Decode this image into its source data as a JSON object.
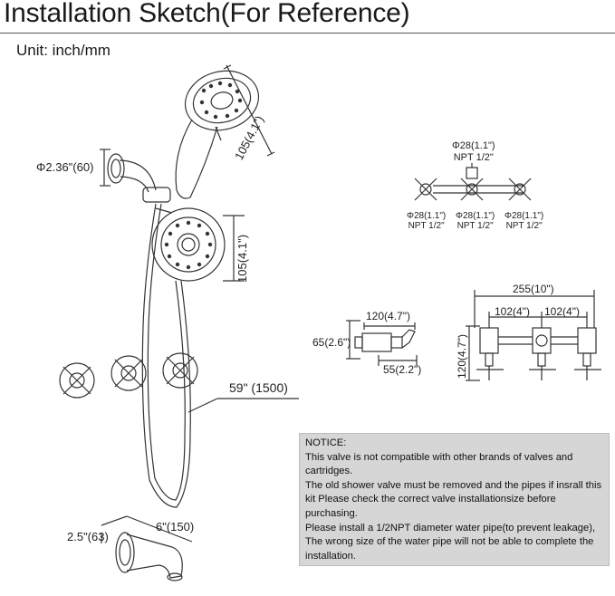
{
  "title": "Installation Sketch(For Reference)",
  "unit": "Unit: inch/mm",
  "dims": {
    "arm_dia": "Φ2.36\"(60)",
    "handheld_len": "105(4.1\")",
    "head_len": "105(4.1\")",
    "hose_len": "59\" (1500)",
    "spout_width": "2.5\"(63)",
    "spout_len": "6\"(150)",
    "valve_top_dia": "Φ28(1.1\")",
    "valve_top_npt": "NPT 1/2\"",
    "valve_small_dia": "Φ28(1.1\")",
    "valve_small_npt": "NPT 1/2\"",
    "side_width": "120(4.7\")",
    "side_height": "65(2.6\")",
    "side_depth": "55(2.2\")",
    "front_total": "255(10\")",
    "front_left_gap": "102(4\")",
    "front_right_gap": "102(4\")",
    "front_height": "120(4.7\")"
  },
  "notice": {
    "heading": "NOTICE:",
    "lines": [
      "This valve is not compatible with other brands of valves and cartridges.",
      "The old shower valve must be removed and the pipes if insrall this kit Please check the correct valve installationsize before purchasing.",
      "Please install a 1/2NPT diameter water pipe(to prevent leakage),",
      "The wrong size of the water pipe will not be able to complete the installation."
    ]
  }
}
